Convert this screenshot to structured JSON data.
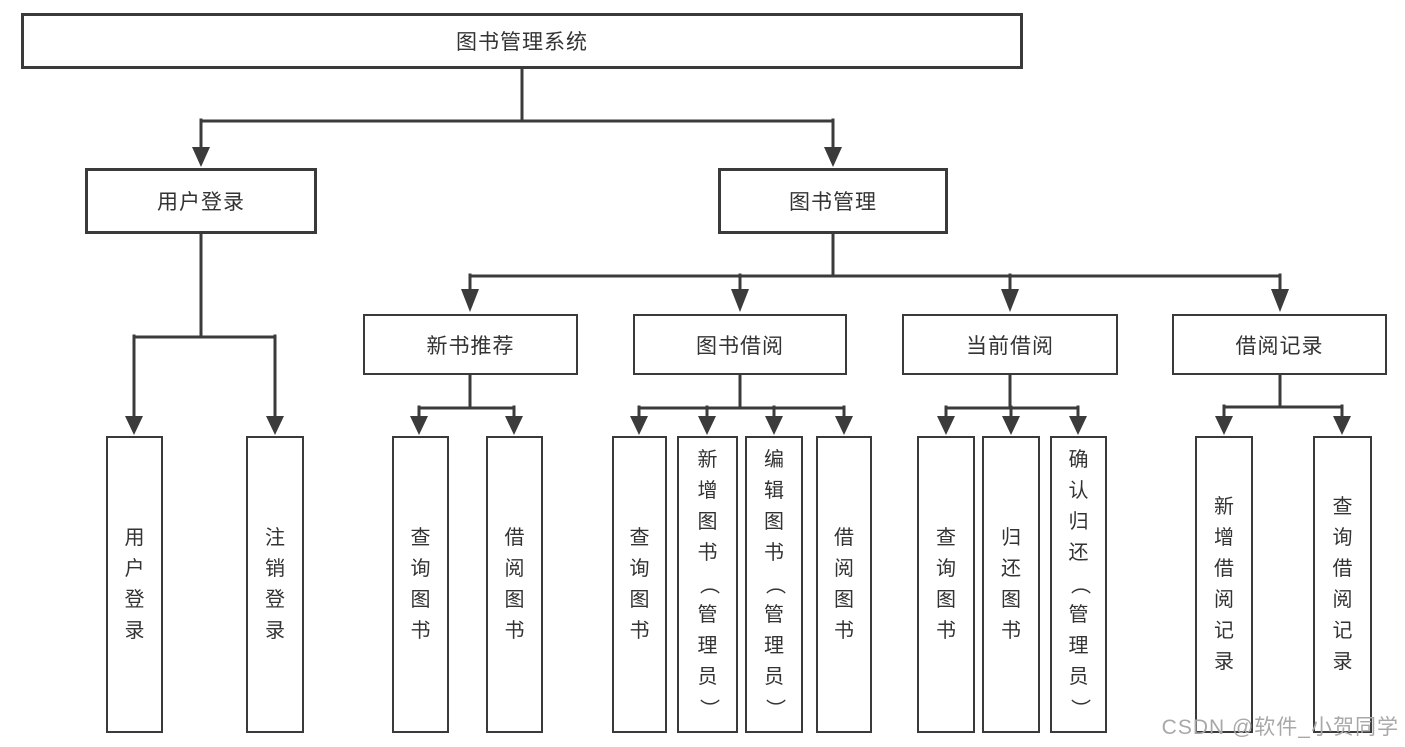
{
  "tree": {
    "root": {
      "label": "图书管理系统"
    },
    "branches": [
      {
        "label": "用户登录",
        "children": [
          {
            "label": "用户登录"
          },
          {
            "label": "注销登录"
          }
        ]
      },
      {
        "label": "图书管理",
        "children": [
          {
            "label": "新书推荐",
            "children": [
              {
                "label": "查询图书"
              },
              {
                "label": "借阅图书"
              }
            ]
          },
          {
            "label": "图书借阅",
            "children": [
              {
                "label": "查询图书"
              },
              {
                "label": "新增图书（管理员）"
              },
              {
                "label": "编辑图书（管理员）"
              },
              {
                "label": "借阅图书"
              }
            ]
          },
          {
            "label": "当前借阅",
            "children": [
              {
                "label": "查询图书"
              },
              {
                "label": "归还图书"
              },
              {
                "label": "确认归还（管理员）"
              }
            ]
          },
          {
            "label": "借阅记录",
            "children": [
              {
                "label": "新增借阅记录"
              },
              {
                "label": "查询借阅记录"
              }
            ]
          }
        ]
      }
    ]
  },
  "watermark": {
    "text": "CSDN @软件_小贺同学"
  },
  "colors": {
    "line": "#3b3b3b",
    "box_border": "#3a3a3a",
    "text": "#333333",
    "watermark": "#a8a8a8",
    "background": "#ffffff"
  }
}
